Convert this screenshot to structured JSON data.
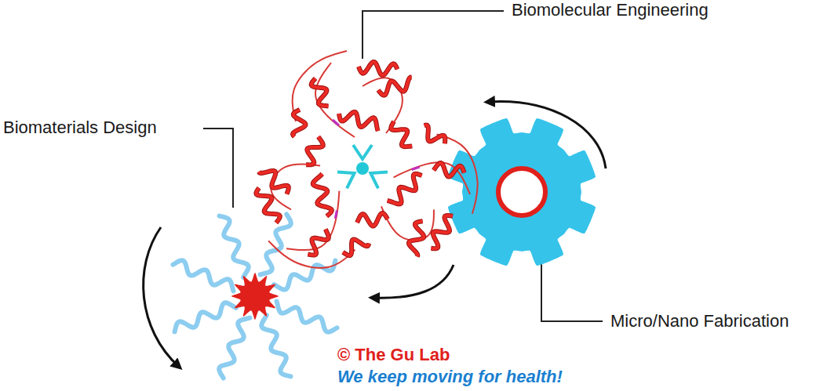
{
  "diagram": {
    "labels": [
      "Biomolecular Engineering",
      "Biomaterials Design",
      "Micro/Nano Fabrication",
      "© The Gu Lab",
      "We keep moving for health!"
    ]
  }
}
